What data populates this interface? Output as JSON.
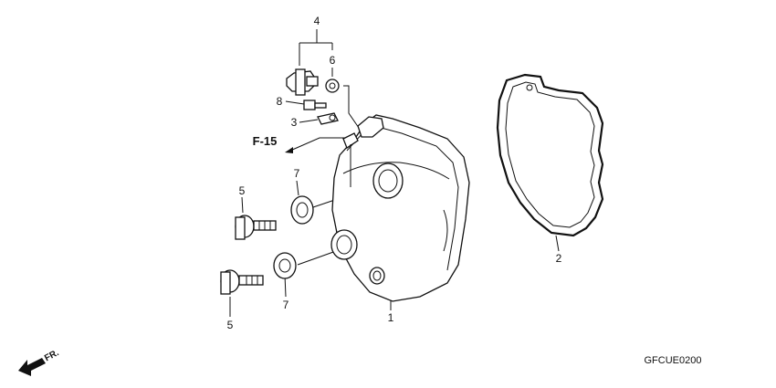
{
  "callouts": {
    "n4": "4",
    "n6": "6",
    "n8": "8",
    "n3": "3",
    "n7_top": "7",
    "n5_top": "5",
    "n7_bottom": "7",
    "n5_bottom": "5",
    "n1": "1",
    "n2": "2"
  },
  "reference": {
    "f15": "F-15"
  },
  "direction": {
    "label": "FR."
  },
  "diagram_code": "GFCUE0200"
}
